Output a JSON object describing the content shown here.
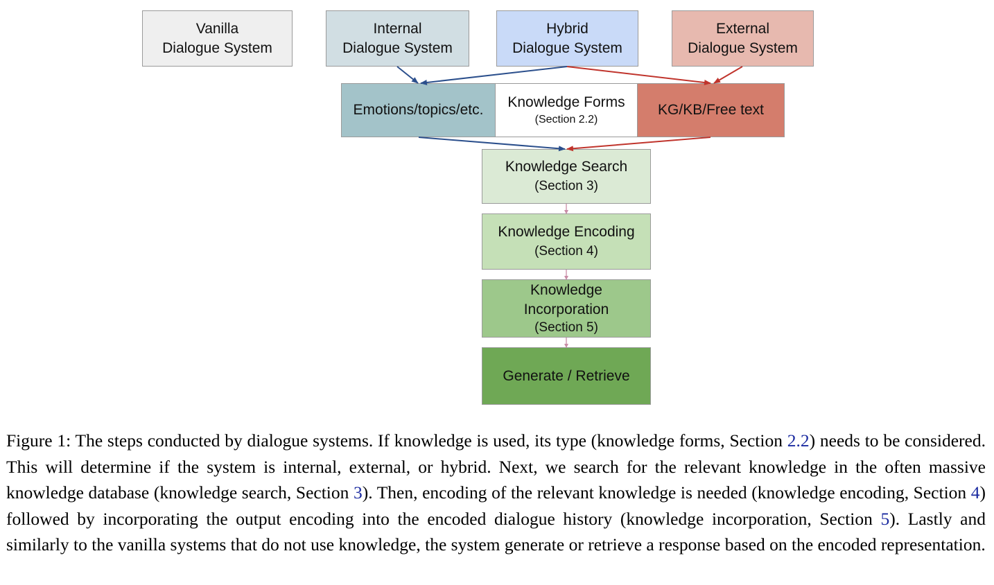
{
  "system_types": {
    "vanilla": {
      "line1": "Vanilla",
      "line2": "Dialogue System"
    },
    "internal": {
      "line1": "Internal",
      "line2": "Dialogue System"
    },
    "hybrid": {
      "line1": "Hybrid",
      "line2": "Dialogue System"
    },
    "external": {
      "line1": "External",
      "line2": "Dialogue System"
    }
  },
  "knowledge_forms": {
    "internal_label": "Emotions/topics/etc.",
    "center_label": "Knowledge Forms",
    "center_section": "(Section 2.2)",
    "external_label": "KG/KB/Free text"
  },
  "steps": [
    {
      "line1": "Knowledge Search",
      "section": "(Section 3)"
    },
    {
      "line1": "Knowledge Encoding",
      "section": "(Section 4)"
    },
    {
      "line1": "Knowledge",
      "line2": "Incorporation",
      "section": "(Section 5)"
    },
    {
      "line1": "Generate / Retrieve"
    }
  ],
  "caption": {
    "t1": "Figure 1: The steps conducted by dialogue systems. If knowledge is used, its type (knowledge forms, Section ",
    "r1": "2.2",
    "t2": ") needs to be considered. This will determine if the system is internal, external, or hybrid. Next, we search for the relevant knowledge in the often massive knowledge database (knowledge search, Section ",
    "r2": "3",
    "t3": "). Then, encoding of the relevant knowledge is needed (knowledge encoding, Section ",
    "r3": "4",
    "t4": ") followed by incorporating the output encoding into the encoded dialogue history (knowledge incorporation, Section ",
    "r4": "5",
    "t5": "). Lastly and similarly to the vanilla systems that do not use knowledge, the system generate or retrieve a response based on the encoded representation."
  },
  "colors": {
    "vanilla_fill": "#efefef",
    "internal_fill": "#d1dee3",
    "hybrid_fill": "#c9daf8",
    "external_fill": "#e7b9af",
    "emotions_fill": "#a3c3c9",
    "kg_fill": "#d47d6c",
    "search_fill": "#dbead5",
    "encoding_fill": "#c5e0b7",
    "incorporation_fill": "#9dc88b",
    "generate_fill": "#6fa855",
    "internal_arrow": "#2b4f8c",
    "external_arrow": "#c0342c",
    "step_arrow": "#c98ca6",
    "reference_link": "#1a2aa0"
  }
}
